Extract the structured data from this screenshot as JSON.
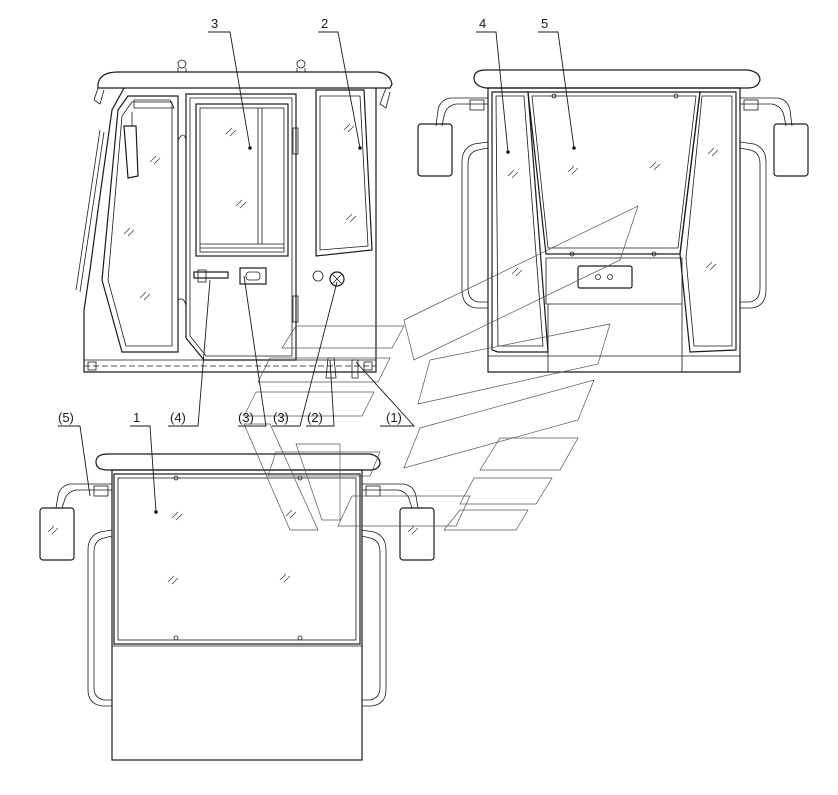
{
  "labels": {
    "l1": "1",
    "l2": "2",
    "l3": "3",
    "l4": "4",
    "l5": "5",
    "p1": "(1)",
    "p2": "(2)",
    "p3a": "(3)",
    "p3b": "(3)",
    "p4": "(4)",
    "p5": "(5)"
  }
}
